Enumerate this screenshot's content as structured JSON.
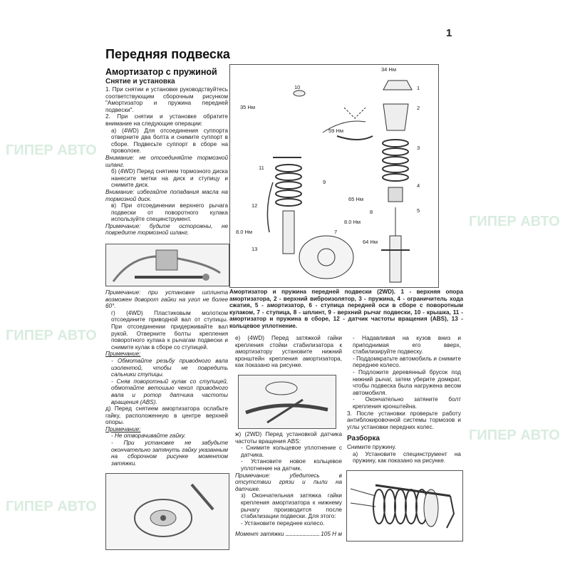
{
  "page_number": "1",
  "title": "Передняя подвеска",
  "section": "Амортизатор с пружиной",
  "subsection": "Снятие и установка",
  "watermark": "ГИПЕР АВТО",
  "left_col_a": [
    "1. При снятии и установке руководствуйтесь соответствующим сборочным рисунком \"Амортизатор и пружина передней подвески\".",
    "2. При снятии и установке обратите внимание на следующие операции:",
    "а) (4WD) Для отсоединения суппорта отверните два болта и снимите суппорт в сборе. Подвесьте суппорт в сборе на проволоке.",
    "Внимание: не отсоединяйте тормозной шланг.",
    "б) (4WD) Перед снятием тормозного диска нанесите метки на диск и ступицу и снимите диск.",
    "Внимание: избегайте попадания масла на тормозной диск.",
    "в) При отсоединении верхнего рычага подвески от поворотного кулака используйте специнструмент.",
    "Примечание: будьте осторожны, не повредите тормозной шланг."
  ],
  "left_col_b": [
    "Примечание: при установке шплинта возможен доворот гайки на угол не более 60°.",
    "г) (4WD) Пластиковым молотком отсоедините приводной вал от ступицы. При отсоединении придерживайте вал рукой. Отверните болты крепления поворотного кулака к рычагам подвески и снимите кулак в сборе со ступицей.",
    "Примечание:",
    "- Обмотайте резьбу приводного вала изолентой, чтобы не повредить сальники ступицы.",
    "- Сняв поворотный кулак со ступицей, обмотайте ветошью чехол приводного вала и ротор датчика частоты вращения (ABS).",
    "д) Перед снятием амортизатора ослабьте гайку, расположенную в центре верхней опоры.",
    "Примечание:",
    "- Не отворачивайте гайку.",
    "- При установке не забудьте окончательно затянуть гайку указанным на сборочном рисунке моментом затяжки."
  ],
  "figure": {
    "labels": [
      "34 Нм",
      "1",
      "2",
      "3",
      "4",
      "5",
      "10",
      "35 Нм",
      "59 Нм",
      "11",
      "9",
      "12",
      "65 Нм",
      "8",
      "8.0 Нм",
      "8.0 Нм",
      "7",
      "64 Нм",
      "13"
    ],
    "caption": "Амортизатор и пружина передней подвески (2WD). 1 - верхняя опора амортизатора, 2 - верхний виброизолятор, 3 - пружина, 4 - ограничитель хода сжатия, 5 - амортизатор, 6 - ступица передней оси в сборе с поворотным кулаком, 7 - ступица, 8 - шплинт, 9 - верхний рычаг подвески, 10 - крышка, 11 - амортизатор и пружина в сборе, 12 - датчик частоты вращения (ABS), 13 - кольцевое уплотнение."
  },
  "mid_col": [
    "е) (4WD) Перед затяжкой гайки крепления стойки стабилизатора к амортизатору установите нижний кронштейн крепления амортизатора, как показано на рисунке.",
    "ж) (2WD) Перед установкой датчика частоты вращения ABS:",
    "- Снимите кольцевое уплотнение с датчика.",
    "- Установите новое кольцевое уплотнение на датчик.",
    "Примечание: убедитесь в отсутствии грязи и пыли на датчике.",
    "з) Окончательная затяжка гайки крепления амортизатора к нижнему рычагу производится после стабилизации подвески. Для этого:",
    "- Установите переднее колесо."
  ],
  "torque": {
    "label": "Момент затяжки",
    "value": "105 Н м"
  },
  "right_col": [
    "- Надавливая на кузов вниз и приподнимая его вверх, стабилизируйте подвеску.",
    "- Поддомкратьте автомобиль и снимите переднее колесо.",
    "- Подложите деревянный брусок под нижний рычаг, затем уберите домкрат, чтобы подвеска была нагружена весом автомобиля.",
    "- Окончательно затяните болт крепления кронштейна.",
    "3. После установки проверьте работу антиблокировочной системы тормозов и углы установки передних колес."
  ],
  "disassembly": {
    "heading": "Разборка",
    "lines": [
      "Снимите пружину.",
      "а) Установите специнструмент на пружину, как показано на рисунке."
    ]
  }
}
